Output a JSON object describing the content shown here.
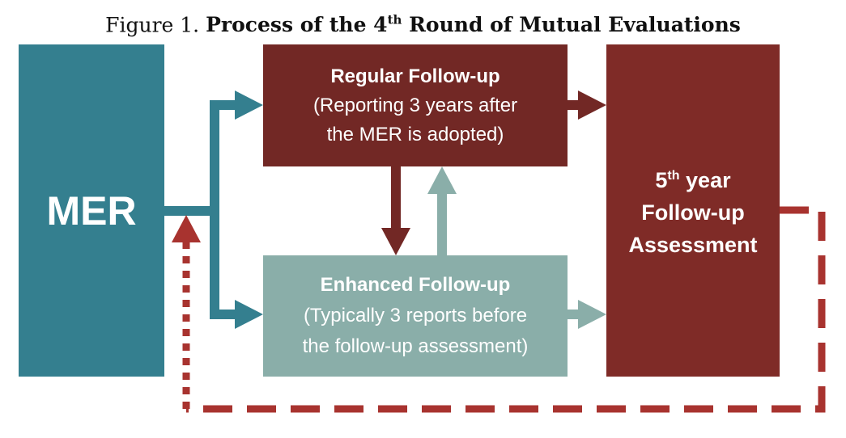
{
  "figure": {
    "label": "Figure 1.",
    "title_before_sup": "Process of the 4",
    "title_sup": "th",
    "title_after_sup": " Round of Mutual Evaluations"
  },
  "boxes": {
    "mer": {
      "label": "MER",
      "color": "#347f8f"
    },
    "regular": {
      "title": "Regular Follow-up",
      "line1": "(Reporting 3 years after",
      "line2": "the MER is adopted)",
      "color": "#722825"
    },
    "enhanced": {
      "title": "Enhanced Follow-up",
      "line1": "(Typically 3 reports before",
      "line2": "the follow-up assessment)",
      "color": "#8aaea9"
    },
    "fifth": {
      "num": "5",
      "sup": "th",
      "word": " year",
      "line2": "Follow-up",
      "line3": "Assessment",
      "color": "#7f2b27"
    }
  },
  "colors": {
    "teal_arrow": "#347f8f",
    "dark_red_arrow": "#722825",
    "light_teal_arrow": "#8aaea9",
    "loop_red": "#a8332f"
  }
}
